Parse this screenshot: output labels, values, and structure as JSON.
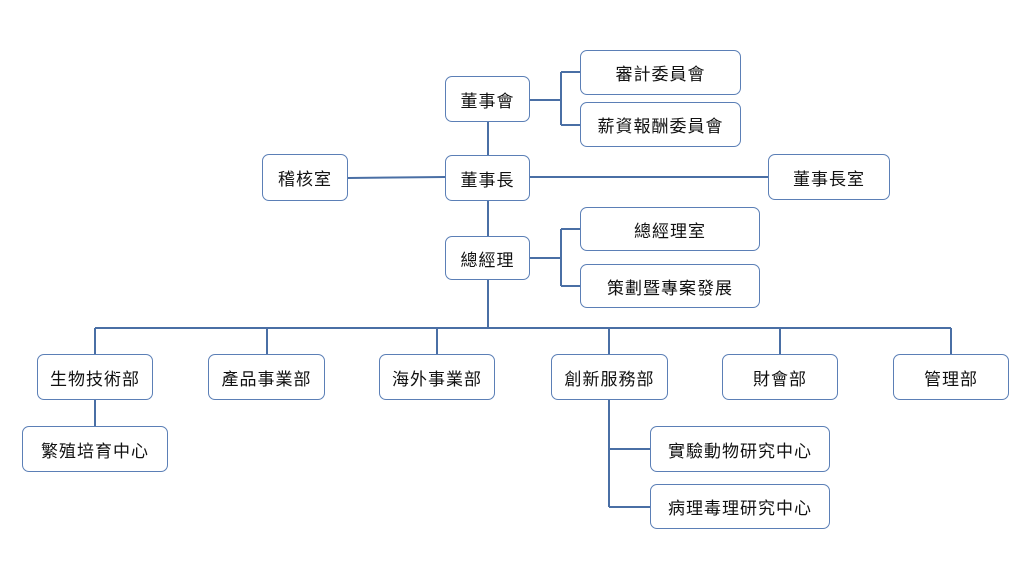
{
  "colors": {
    "box_border": "#5b7fb6",
    "connector": "#4a6fa5",
    "text": "#111111",
    "background": "#ffffff"
  },
  "nodes": {
    "board": "董事會",
    "audit_committee": "審計委員會",
    "compensation_committee": "薪資報酬委員會",
    "chairman": "董事長",
    "internal_audit": "稽核室",
    "chairman_office": "董事長室",
    "president": "總經理",
    "president_office": "總經理室",
    "planning": "策劃暨專案發展",
    "biotech": "生物技術部",
    "breeding": "繁殖培育中心",
    "product": "產品事業部",
    "overseas": "海外事業部",
    "innovation": "創新服務部",
    "animal_research": "實驗動物研究中心",
    "pathology_research": "病理毒理研究中心",
    "finance": "財會部",
    "management": "管理部"
  }
}
